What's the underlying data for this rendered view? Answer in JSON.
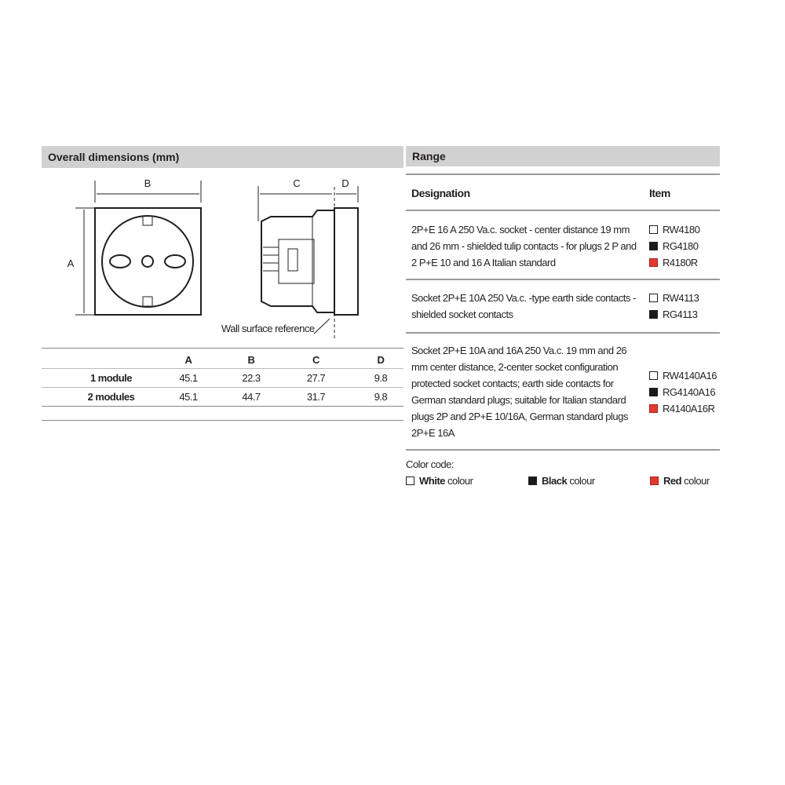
{
  "dimensions": {
    "title": "Overall dimensions (mm)",
    "diagram_labels": {
      "a": "A",
      "b": "B",
      "c": "C",
      "d": "D",
      "wall": "Wall surface reference"
    },
    "table": {
      "columns": [
        "",
        "A",
        "B",
        "C",
        "D"
      ],
      "rows": [
        {
          "label": "1 module",
          "values": [
            "45.1",
            "22.3",
            "27.7",
            "9.8"
          ]
        },
        {
          "label": "2 modules",
          "values": [
            "45.1",
            "44.7",
            "31.7",
            "9.8"
          ]
        }
      ]
    }
  },
  "range": {
    "title": "Range",
    "col_designation": "Designation",
    "col_item": "Item",
    "rows": [
      {
        "desc": [
          "2P+E 16 A 250 Va.c. socket - center distance 19 mm",
          "and 26 mm - shielded tulip contacts - for plugs 2 P and",
          "2 P+E 10 and 16 A Italian standard"
        ],
        "items": [
          {
            "code": "RW4180",
            "color": "white"
          },
          {
            "code": "RG4180",
            "color": "black"
          },
          {
            "code": "R4180R",
            "color": "red"
          }
        ]
      },
      {
        "desc": [
          "Socket 2P+E 10A 250 Va.c. -type earth side contacts -",
          "shielded socket contacts"
        ],
        "items": [
          {
            "code": "RW4113",
            "color": "white"
          },
          {
            "code": "RG4113",
            "color": "black"
          }
        ]
      },
      {
        "desc": [
          "Socket 2P+E 10A and 16A 250 Va.c. 19 mm and  26",
          "mm center distance, 2-center socket configuration",
          "protected socket contacts; earth side contacts for",
          "German standard plugs; suitable for Italian standard",
          "plugs 2P and 2P+E 10/16A, German standard plugs",
          "2P+E 16A"
        ],
        "items": [
          {
            "code": "RW4140A16",
            "color": "white"
          },
          {
            "code": "RG4140A16",
            "color": "black"
          },
          {
            "code": "R4140A16R",
            "color": "red"
          }
        ]
      }
    ],
    "color_code": {
      "label": "Color code:",
      "entries": [
        {
          "bold": "White",
          "rest": " colour",
          "color": "white"
        },
        {
          "bold": "Black",
          "rest": " colour",
          "color": "black"
        },
        {
          "bold": "Red",
          "rest": " colour",
          "color": "red"
        }
      ]
    }
  },
  "colors": {
    "white": "#ffffff",
    "black": "#1a1a1a",
    "red": "#e03a2c",
    "header_bg": "#d1d1d1"
  }
}
